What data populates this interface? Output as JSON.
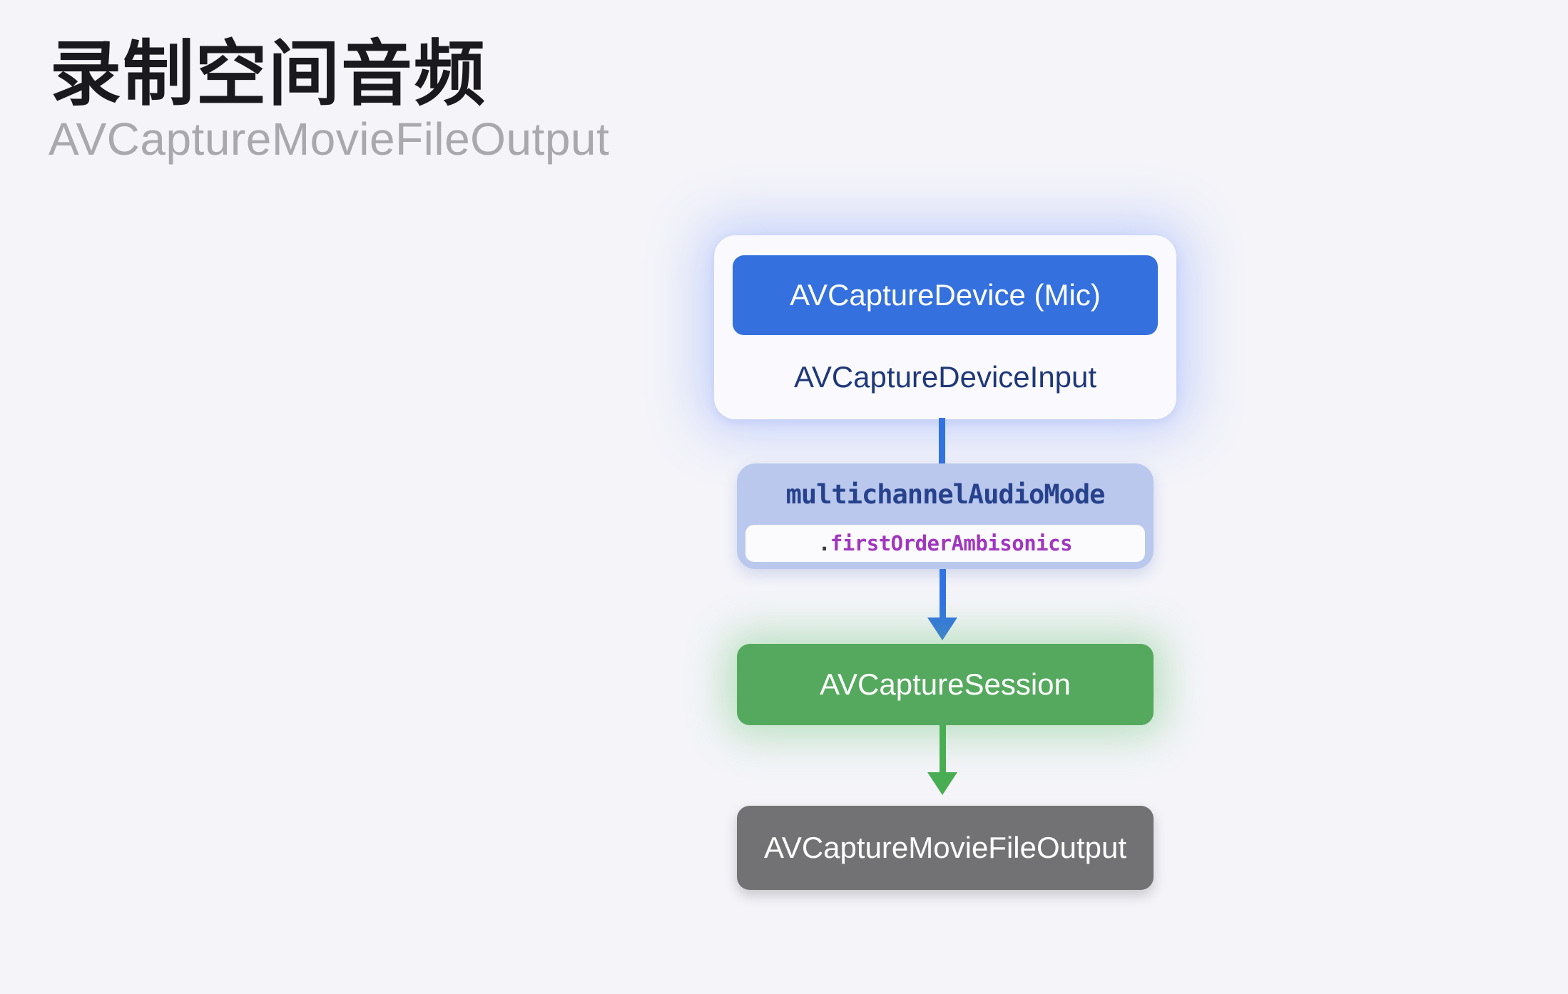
{
  "header": {
    "title": "录制空间音频",
    "subtitle": "AVCaptureMovieFileOutput"
  },
  "diagram": {
    "device_card": {
      "device_label": "AVCaptureDevice (Mic)",
      "input_label": "AVCaptureDeviceInput"
    },
    "mode_box": {
      "property": "multichannelAudioMode",
      "value_dot": ".",
      "value": "firstOrderAmbisonics"
    },
    "session_box": {
      "label": "AVCaptureSession"
    },
    "output_box": {
      "label": "AVCaptureMovieFileOutput"
    },
    "colors": {
      "background": "#F4F4F9",
      "title_text": "#1A1A1E",
      "subtitle_text": "#A8A8AD",
      "device_card_bg": "#FAFAFE",
      "device_pill_bg": "#3470DE",
      "device_input_text": "#1F3878",
      "mode_box_bg": "#B9C8EC",
      "mode_property_text": "#27418D",
      "mode_value_pill_bg": "#FBFBFD",
      "mode_value_dot": "#3A3A3C",
      "mode_value_text": "#A136BF",
      "arrow_blue": "#3173E2",
      "arrow_green": "#49AD53",
      "session_box_bg": "#55A95E",
      "output_box_bg": "#727275",
      "box_label_text": "#FFFFFF"
    }
  }
}
